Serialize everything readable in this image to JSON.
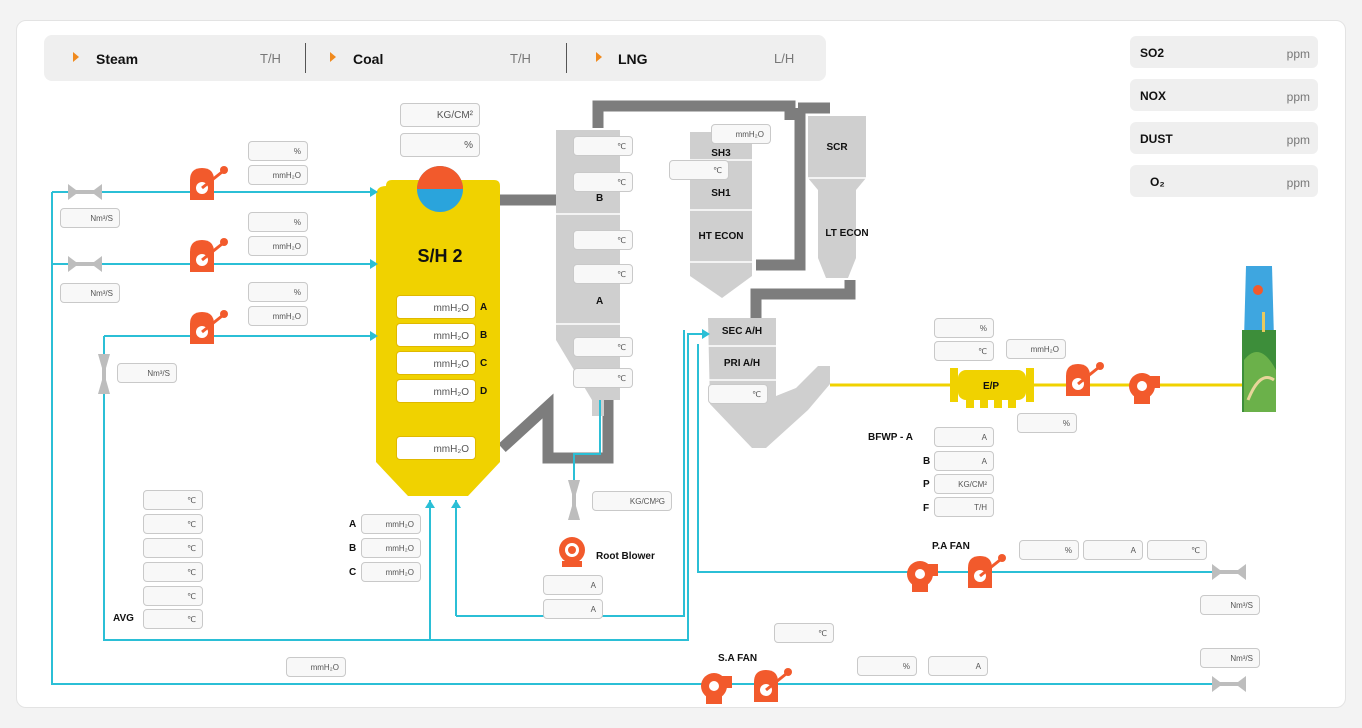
{
  "topbar": {
    "steam": {
      "label": "Steam",
      "unit": "T/H"
    },
    "coal": {
      "label": "Coal",
      "unit": "T/H"
    },
    "lng": {
      "label": "LNG",
      "unit": "L/H"
    }
  },
  "emissions": [
    {
      "name": "SO2",
      "unit": "ppm"
    },
    {
      "name": "NOX",
      "unit": "ppm"
    },
    {
      "name": "DUST",
      "unit": "ppm"
    },
    {
      "name": "O₂",
      "unit": "ppm"
    }
  ],
  "units": {
    "pct": "%",
    "degc": "℃",
    "mmh2o": "mmH₂O",
    "nm3s": "Nm³/S",
    "kgcm": "KG/CM²",
    "kgcmg": "KG/CM²G",
    "kgcm_small": "KG/CM²",
    "amp": "A",
    "th": "T/H"
  },
  "boiler": {
    "title": "S/H 2",
    "rows": [
      "A",
      "B",
      "C",
      "D"
    ]
  },
  "left_pressures": {
    "a": "A",
    "b": "B",
    "c": "C"
  },
  "avg_label": "AVG",
  "tower": {
    "b": "B",
    "a": "A"
  },
  "modules": {
    "sh3": "SH3",
    "sh1": "SH1",
    "ht_econ": "HT ECON",
    "scr": "SCR",
    "lt_econ": "LT ECON",
    "sec_ah": "SEC A/H",
    "pri_ah": "PRI A/H"
  },
  "root_blower": "Root Blower",
  "ep": "E/P",
  "bfwp": {
    "title": "BFWP - A",
    "b": "B",
    "p": "P",
    "f": "F"
  },
  "pa_fan": "P.A FAN",
  "sa_fan": "S.A FAN",
  "colors": {
    "pipe": "#2bbfd6",
    "yellow": "#f0d200",
    "orange": "#f25a2c",
    "duct": "#7d7d7d",
    "equip": "#c8c8c8"
  }
}
